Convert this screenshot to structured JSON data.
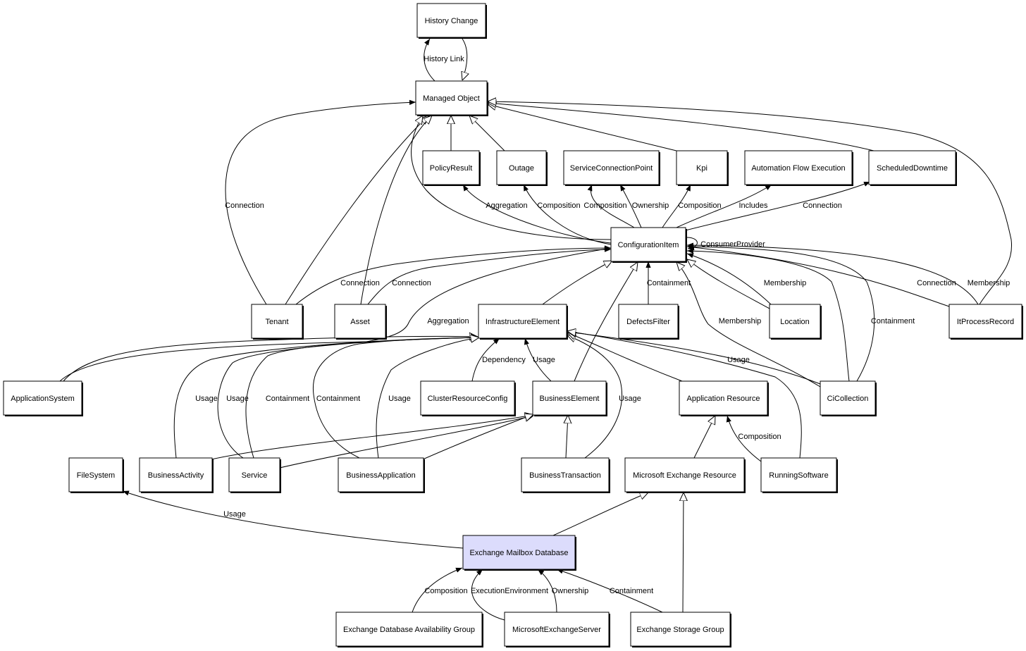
{
  "colors": {
    "node_fill": "#ffffff",
    "highlight_fill": "#dcdcfc",
    "stroke": "#000000"
  },
  "nodes": [
    {
      "id": "history-change",
      "label": "History Change"
    },
    {
      "id": "managed-object",
      "label": "Managed Object"
    },
    {
      "id": "policy-result",
      "label": "PolicyResult"
    },
    {
      "id": "outage",
      "label": "Outage"
    },
    {
      "id": "service-connection-point",
      "label": "ServiceConnectionPoint"
    },
    {
      "id": "kpi",
      "label": "Kpi"
    },
    {
      "id": "automation-flow-execution",
      "label": "Automation Flow Execution"
    },
    {
      "id": "scheduled-downtime",
      "label": "ScheduledDowntime"
    },
    {
      "id": "configuration-item",
      "label": "ConfigurationItem"
    },
    {
      "id": "tenant",
      "label": "Tenant"
    },
    {
      "id": "asset",
      "label": "Asset"
    },
    {
      "id": "infrastructure-element",
      "label": "InfrastructureElement"
    },
    {
      "id": "defects-filter",
      "label": "DefectsFilter"
    },
    {
      "id": "location",
      "label": "Location"
    },
    {
      "id": "it-process-record",
      "label": "ItProcessRecord"
    },
    {
      "id": "application-system",
      "label": "ApplicationSystem"
    },
    {
      "id": "cluster-resource-config",
      "label": "ClusterResourceConfig"
    },
    {
      "id": "business-element",
      "label": "BusinessElement"
    },
    {
      "id": "application-resource",
      "label": "Application Resource"
    },
    {
      "id": "ci-collection",
      "label": "CiCollection"
    },
    {
      "id": "file-system",
      "label": "FileSystem"
    },
    {
      "id": "business-activity",
      "label": "BusinessActivity"
    },
    {
      "id": "service",
      "label": "Service"
    },
    {
      "id": "business-application",
      "label": "BusinessApplication"
    },
    {
      "id": "business-transaction",
      "label": "BusinessTransaction"
    },
    {
      "id": "microsoft-exchange-resource",
      "label": "Microsoft Exchange Resource"
    },
    {
      "id": "running-software",
      "label": "RunningSoftware"
    },
    {
      "id": "exchange-mailbox-database",
      "label": "Exchange Mailbox Database",
      "highlight": true
    },
    {
      "id": "exchange-database-availability-group",
      "label": "Exchange Database Availability Group"
    },
    {
      "id": "microsoft-exchange-server",
      "label": "MicrosoftExchangeServer"
    },
    {
      "id": "exchange-storage-group",
      "label": "Exchange Storage Group"
    }
  ],
  "edge_labels": [
    "History Link",
    "Connection",
    "Aggregation",
    "Composition",
    "Composition",
    "Ownership",
    "Composition",
    "Includes",
    "Connection",
    "ConsumerProvider",
    "Connection",
    "Connection",
    "Containment",
    "Membership",
    "Connection",
    "Membership",
    "Aggregation",
    "Membership",
    "Containment",
    "Dependency",
    "Usage",
    "Usage",
    "Usage",
    "Usage",
    "Containment",
    "Containment",
    "Usage",
    "Usage",
    "Composition",
    "Usage",
    "Composition",
    "ExecutionEnvironment",
    "Ownership",
    "Containment"
  ]
}
